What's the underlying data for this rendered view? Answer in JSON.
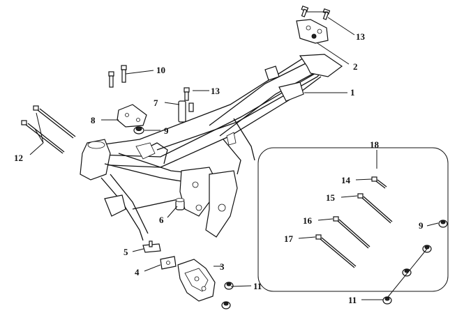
{
  "diagram": {
    "callouts": [
      {
        "id": "c1",
        "label": "1"
      },
      {
        "id": "c2",
        "label": "2"
      },
      {
        "id": "c3",
        "label": "3"
      },
      {
        "id": "c4",
        "label": "4"
      },
      {
        "id": "c5",
        "label": "5"
      },
      {
        "id": "c6",
        "label": "6"
      },
      {
        "id": "c7",
        "label": "7"
      },
      {
        "id": "c8",
        "label": "8"
      },
      {
        "id": "c9a",
        "label": "9"
      },
      {
        "id": "c9b",
        "label": "9"
      },
      {
        "id": "c10",
        "label": "10"
      },
      {
        "id": "c11a",
        "label": "11"
      },
      {
        "id": "c11b",
        "label": "11"
      },
      {
        "id": "c12",
        "label": "12"
      },
      {
        "id": "c13a",
        "label": "13"
      },
      {
        "id": "c13b",
        "label": "13"
      },
      {
        "id": "c14",
        "label": "14"
      },
      {
        "id": "c15",
        "label": "15"
      },
      {
        "id": "c16",
        "label": "16"
      },
      {
        "id": "c17",
        "label": "17"
      },
      {
        "id": "c18",
        "label": "18"
      }
    ]
  }
}
